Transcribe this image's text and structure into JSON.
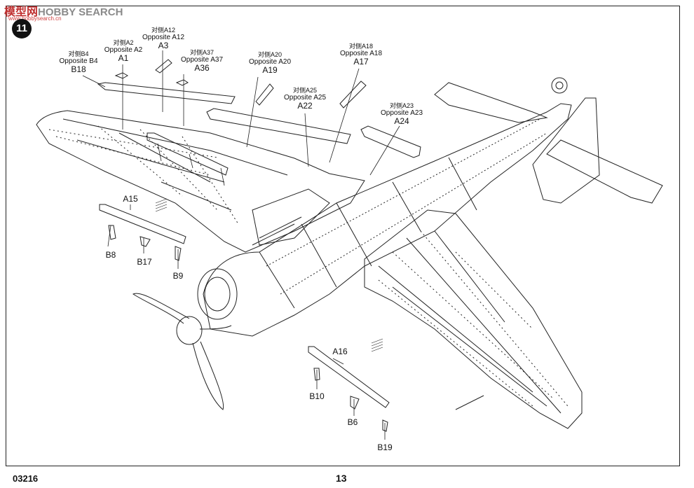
{
  "watermark": {
    "text_red": "模型网",
    "text_gray": "HOBBY SEARCH",
    "sub": "www.hobbysearch.cn"
  },
  "step_number": "11",
  "footer": {
    "code": "03216",
    "page": "13"
  },
  "callouts": {
    "b18": {
      "cn": "对侧B4",
      "op": "Opposite B4",
      "part": "B18"
    },
    "a1": {
      "cn": "对侧A2",
      "op": "Opposite A2",
      "part": "A1"
    },
    "a3": {
      "cn": "对侧A12",
      "op": "Opposite A12",
      "part": "A3"
    },
    "a36": {
      "cn": "对侧A37",
      "op": "Opposite A37",
      "part": "A36"
    },
    "a19": {
      "cn": "对侧A20",
      "op": "Opposite A20",
      "part": "A19"
    },
    "a22": {
      "cn": "对侧A25",
      "op": "Opposite A25",
      "part": "A22"
    },
    "a17": {
      "cn": "对侧A18",
      "op": "Opposite A18",
      "part": "A17"
    },
    "a24": {
      "cn": "对侧A23",
      "op": "Opposite A23",
      "part": "A24"
    }
  },
  "parts": {
    "a15": "A15",
    "b8": "B8",
    "b17": "B17",
    "b9": "B9",
    "a16": "A16",
    "b10": "B10",
    "b6": "B6",
    "b19": "B19"
  }
}
